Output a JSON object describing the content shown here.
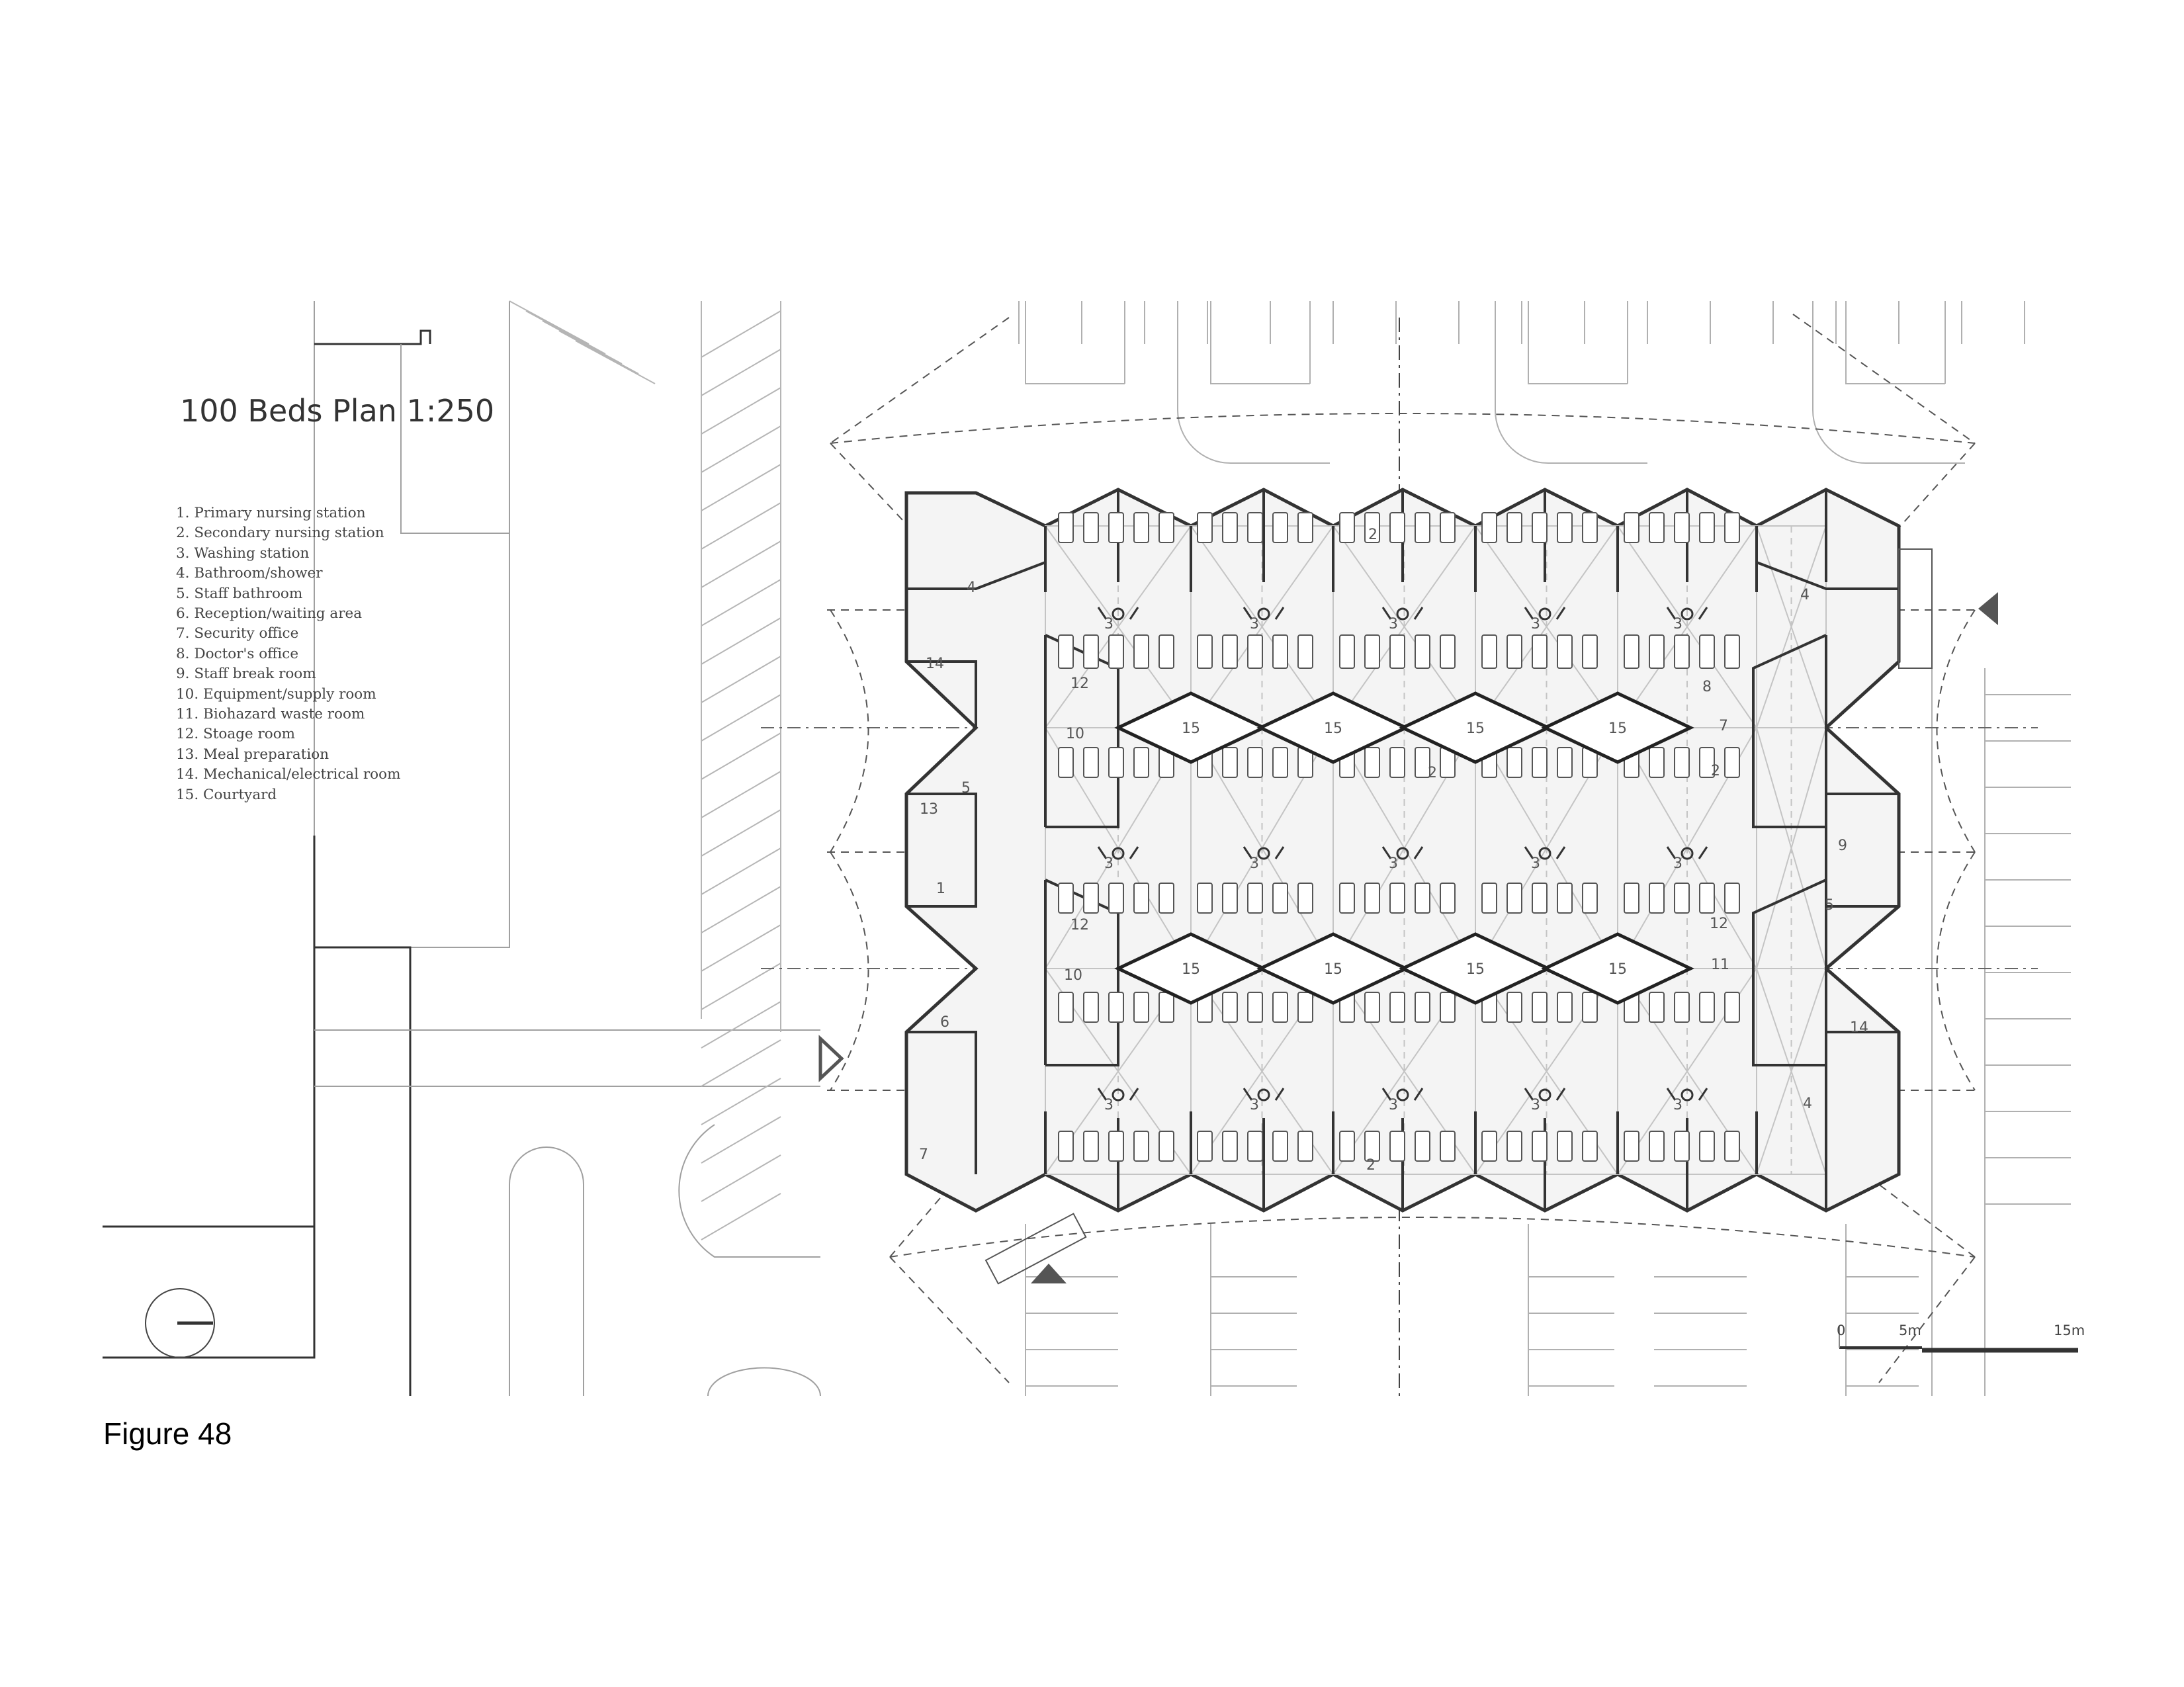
{
  "title": "100 Beds Plan 1:250",
  "legend": [
    "1. Primary nursing station",
    "2. Secondary nursing station",
    "3. Washing station",
    "4. Bathroom/shower",
    "5. Staff bathroom",
    "6. Reception/waiting area",
    "7. Security office",
    "8. Doctor's office",
    "9. Staff break room",
    "10. Equipment/supply room",
    "11. Biohazard waste room",
    "12. Stoage room",
    "13. Meal preparation",
    "14. Mechanical/electrical room",
    "15. Courtyard"
  ],
  "plan": {
    "courtyard_label": "15",
    "washing_label": "3",
    "room_labels": {
      "r1": "1",
      "r2a": "2",
      "r2b": "2",
      "r2c": "2",
      "r2d": "2",
      "r4a": "4",
      "r4b": "4",
      "r4c": "4",
      "r5a": "5",
      "r5b": "5",
      "r6": "6",
      "r7a": "7",
      "r7b": "7",
      "r8": "8",
      "r9": "9",
      "r10a": "10",
      "r10b": "10",
      "r11": "11",
      "r12a": "12",
      "r12b": "12",
      "r12c": "12",
      "r13": "13",
      "r14a": "14",
      "r14b": "14"
    }
  },
  "scale_bar": {
    "zero": "0",
    "mid": "5m",
    "end": "15m"
  },
  "caption": "Figure 48",
  "colors": {
    "wall": "#333333",
    "light_line": "#bdbdbd",
    "site_line": "#9a9a9a",
    "fill": "#f4f4f4",
    "arrow": "#555555"
  }
}
